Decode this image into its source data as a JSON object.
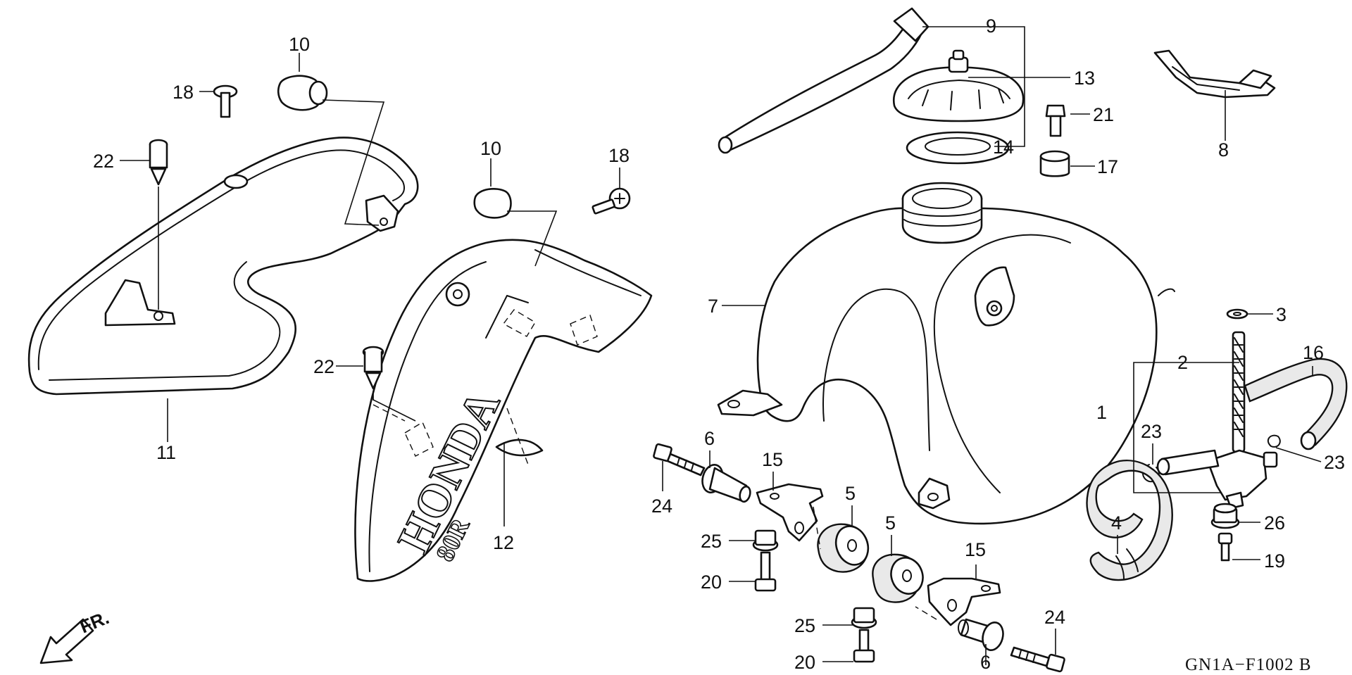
{
  "diagram": {
    "drawing_code": "GN1A−F1002 B",
    "direction_label": "FR.",
    "logo_text": "HONDA",
    "logo_subtext": "80R"
  },
  "callouts": [
    {
      "id": "c-10a",
      "text": "10"
    },
    {
      "id": "c-18a",
      "text": "18"
    },
    {
      "id": "c-22a",
      "text": "22"
    },
    {
      "id": "c-11",
      "text": "11"
    },
    {
      "id": "c-10b",
      "text": "10"
    },
    {
      "id": "c-18b",
      "text": "18"
    },
    {
      "id": "c-22b",
      "text": "22"
    },
    {
      "id": "c-12",
      "text": "12"
    },
    {
      "id": "c-9",
      "text": "9"
    },
    {
      "id": "c-13",
      "text": "13"
    },
    {
      "id": "c-14",
      "text": "14"
    },
    {
      "id": "c-21",
      "text": "21"
    },
    {
      "id": "c-17",
      "text": "17"
    },
    {
      "id": "c-8",
      "text": "8"
    },
    {
      "id": "c-7",
      "text": "7"
    },
    {
      "id": "c-3",
      "text": "3"
    },
    {
      "id": "c-2",
      "text": "2"
    },
    {
      "id": "c-16",
      "text": "16"
    },
    {
      "id": "c-1",
      "text": "1"
    },
    {
      "id": "c-23a",
      "text": "23"
    },
    {
      "id": "c-23b",
      "text": "23"
    },
    {
      "id": "c-6a",
      "text": "6"
    },
    {
      "id": "c-24a",
      "text": "24"
    },
    {
      "id": "c-15a",
      "text": "15"
    },
    {
      "id": "c-5a",
      "text": "5"
    },
    {
      "id": "c-25a",
      "text": "25"
    },
    {
      "id": "c-20a",
      "text": "20"
    },
    {
      "id": "c-5b",
      "text": "5"
    },
    {
      "id": "c-15b",
      "text": "15"
    },
    {
      "id": "c-25b",
      "text": "25"
    },
    {
      "id": "c-20b",
      "text": "20"
    },
    {
      "id": "c-6b",
      "text": "6"
    },
    {
      "id": "c-24b",
      "text": "24"
    },
    {
      "id": "c-4",
      "text": "4"
    },
    {
      "id": "c-26",
      "text": "26"
    },
    {
      "id": "c-19",
      "text": "19"
    }
  ]
}
